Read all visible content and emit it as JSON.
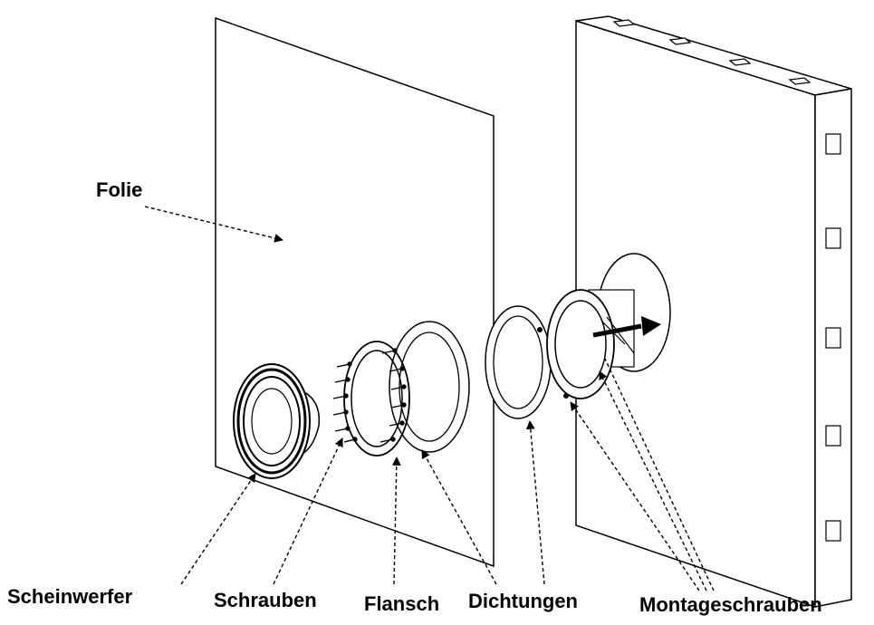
{
  "labels": {
    "foil": "Folie",
    "light": "Scheinwerfer",
    "screws": "Schrauben",
    "flange": "Flansch",
    "gaskets": "Dichtungen",
    "mounting_screws": "Montageschrauben"
  },
  "colors": {
    "stroke": "#000000",
    "background": "#ffffff",
    "panel_fill": "#ffffff"
  },
  "icons": [
    "exploded-view-arrow-icon"
  ]
}
